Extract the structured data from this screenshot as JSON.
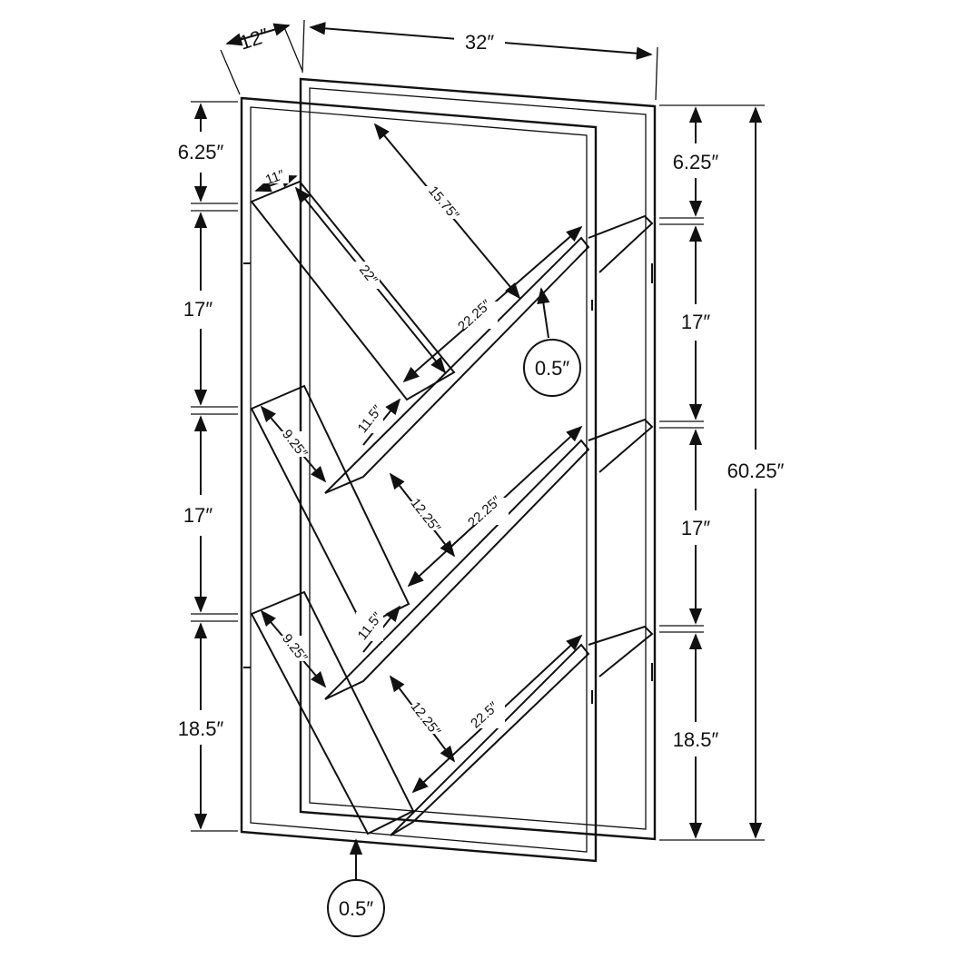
{
  "title": "",
  "colors": {
    "line": "#111111",
    "background": "#ffffff"
  },
  "dimensions": {
    "depth": "12″",
    "width": "32″",
    "overall_height": "60.25″",
    "left_top_gap": "6.25″",
    "left_upper": "17″",
    "left_middle": "17″",
    "left_bottom": "18.5″",
    "right_top_gap": "6.25″",
    "right_upper": "17″",
    "right_middle": "17″",
    "right_bottom": "18.5″",
    "top_shelf_depth": "11″",
    "top_diag": "15.75″",
    "top_short_shelf": "22″",
    "long_shelf_1": "22.25″",
    "long_shelf_2": "22.25″",
    "long_shelf_3": "22.5″",
    "short_depth_1": "11.5″",
    "short_depth_2": "11.5″",
    "left_shelf_1": "9.25″",
    "left_shelf_2": "9.25″",
    "spacing_1": "12.25″",
    "spacing_2": "12.25″",
    "thickness_side": "0.5″",
    "thickness_bottom": "0.5″"
  }
}
